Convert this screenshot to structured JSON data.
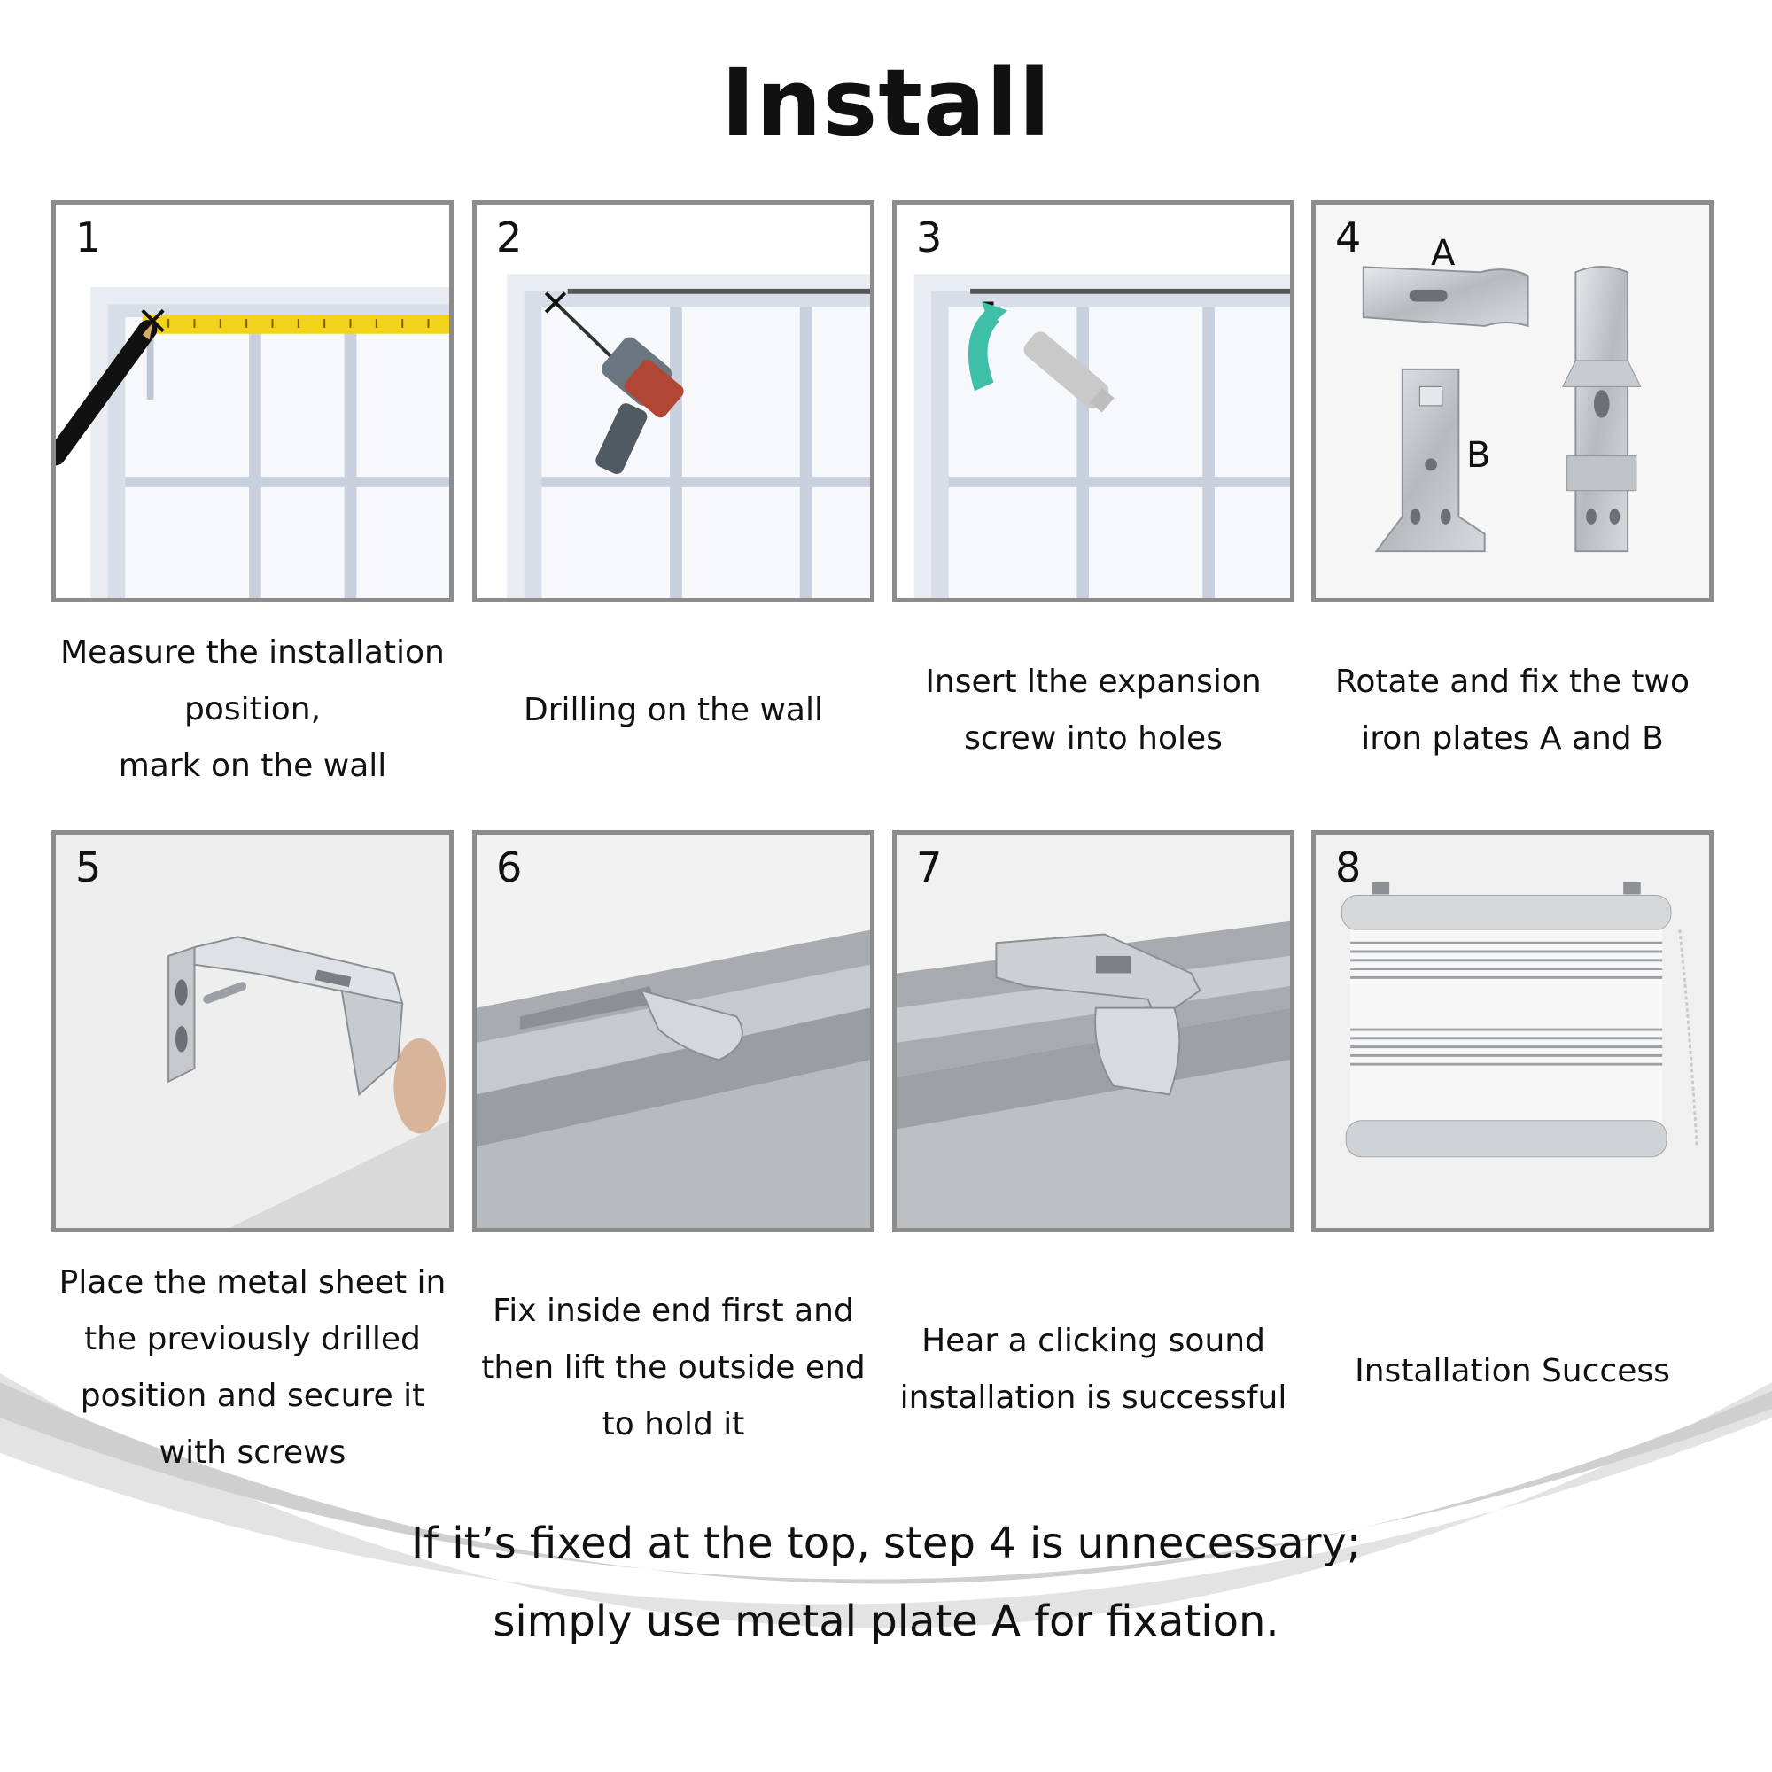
{
  "title": "Install",
  "steps": [
    {
      "number": "1",
      "caption": "Measure the installation\nposition,\nmark on the wall"
    },
    {
      "number": "2",
      "caption": "Drilling on the wall"
    },
    {
      "number": "3",
      "caption": "Insert lthe expansion\nscrew into holes"
    },
    {
      "number": "4",
      "caption": "Rotate and fix the two\niron plates A and B",
      "labels": [
        "A",
        "B"
      ]
    },
    {
      "number": "5",
      "caption": "Place the metal sheet in\nthe previously drilled\nposition and secure it\nwith screws"
    },
    {
      "number": "6",
      "caption": "Fix inside end first and\nthen lift the outside end\nto hold it"
    },
    {
      "number": "7",
      "caption": "Hear a clicking sound\ninstallation is successful"
    },
    {
      "number": "8",
      "caption": "Installation Success"
    }
  ],
  "note": {
    "line1": "If it’s fixed at the top, step 4 is unnecessary;",
    "line2": "simply use metal plate A for fixation."
  },
  "colors": {
    "panel_border": "#8c8c8c",
    "tape": "#f2d21b",
    "arrow": "#3dbfa8",
    "metal": "#b9bcc0"
  }
}
